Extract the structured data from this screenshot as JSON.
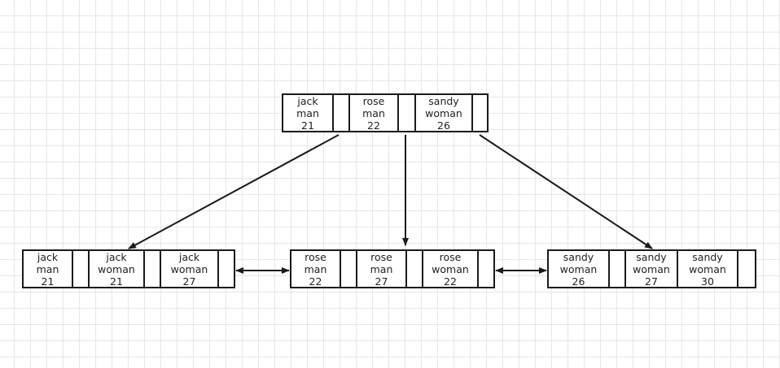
{
  "nodes": {
    "root": [
      {
        "name": "jack",
        "gender": "man",
        "age": "21"
      },
      {
        "name": "rose",
        "gender": "man",
        "age": "22"
      },
      {
        "name": "sandy",
        "gender": "woman",
        "age": "26"
      }
    ],
    "leaf1": [
      {
        "name": "jack",
        "gender": "man",
        "age": "21"
      },
      {
        "name": "jack",
        "gender": "woman",
        "age": "21"
      },
      {
        "name": "jack",
        "gender": "woman",
        "age": "27"
      }
    ],
    "leaf2": [
      {
        "name": "rose",
        "gender": "man",
        "age": "22"
      },
      {
        "name": "rose",
        "gender": "man",
        "age": "27"
      },
      {
        "name": "rose",
        "gender": "woman",
        "age": "22"
      }
    ],
    "leaf3": [
      {
        "name": "sandy",
        "gender": "woman",
        "age": "26"
      },
      {
        "name": "sandy",
        "gender": "woman",
        "age": "27"
      },
      {
        "name": "sandy",
        "gender": "woman",
        "age": "30"
      }
    ]
  },
  "edges": [
    {
      "from": "root",
      "to": "leaf1",
      "type": "arrow"
    },
    {
      "from": "root",
      "to": "leaf2",
      "type": "arrow"
    },
    {
      "from": "root",
      "to": "leaf3",
      "type": "arrow"
    },
    {
      "from": "leaf1",
      "to": "leaf2",
      "type": "double-arrow"
    },
    {
      "from": "leaf2",
      "to": "leaf3",
      "type": "double-arrow"
    }
  ],
  "colors": {
    "stroke": "#1a1a1a",
    "grid": "#e6e6e6",
    "background": "#ffffff"
  }
}
